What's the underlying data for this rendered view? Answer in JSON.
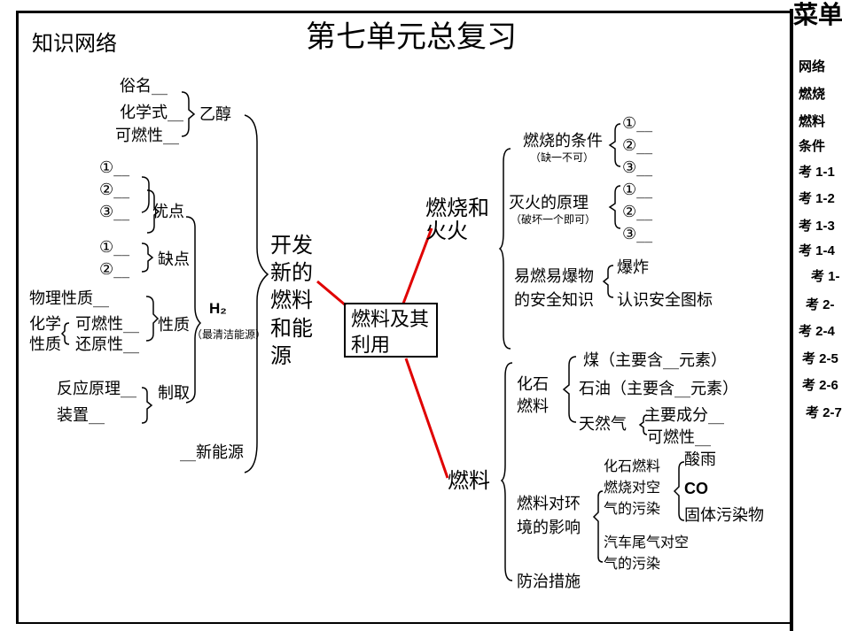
{
  "header": {
    "section": "知识网络",
    "title": "第七单元总复习"
  },
  "menu": {
    "title": "菜单",
    "items": [
      "网络",
      "燃烧",
      "燃料",
      "条件",
      "考 1-1",
      "考 1-2",
      "考 1-3",
      "考 1-4",
      "考 1-",
      "考 2-",
      "考 2-4",
      "考 2-5",
      "考 2-6",
      "考 2-7"
    ]
  },
  "center": "燃料及其利用",
  "left": {
    "root": "开发新的燃料和能源",
    "ethanol": {
      "label": "乙醇",
      "items": [
        "俗名__",
        "化学式__",
        "可燃性__"
      ]
    },
    "h2": {
      "label": "H₂",
      "note": "（最清洁能源）",
      "pros": {
        "label": "优点",
        "items": [
          "①__",
          "②__",
          "③__"
        ]
      },
      "cons": {
        "label": "缺点",
        "items": [
          "①__",
          "②__"
        ]
      },
      "props": {
        "label": "性质",
        "physical": "物理性质__",
        "chem_l1": "化学",
        "chem_l2": "性质",
        "chem": [
          "可燃性__",
          "还原性__"
        ]
      },
      "make": {
        "label": "制取",
        "items": [
          "反应原理__",
          "装置__"
        ]
      }
    },
    "newenergy": "__新能源"
  },
  "fire": {
    "root": "燃烧和火火",
    "cond": {
      "label": "燃烧的条件",
      "note": "（缺一不可）",
      "items": [
        "①__",
        "②__",
        "③__"
      ]
    },
    "ext": {
      "label": "灭火的原理",
      "note": "（破坏一个即可）",
      "items": [
        "①__",
        "②__",
        "③__"
      ]
    },
    "safe": {
      "l1": "易燃易爆物",
      "l2": "的安全知识",
      "items": [
        "爆炸",
        "认识安全图标"
      ]
    }
  },
  "fuel": {
    "root": "燃料",
    "fossil": {
      "l1": "化石",
      "l2": "燃料",
      "coal": "煤（主要含__元素）",
      "oil": "石油（主要含__元素）",
      "gas": "天然气",
      "gas_items": [
        "主要成分__",
        "可燃性__"
      ]
    },
    "env": {
      "l1": "燃料对环",
      "l2": "境的影响",
      "a": [
        "化石燃料",
        "燃烧对空",
        "气的污染"
      ],
      "a_items": [
        "酸雨",
        "CO",
        "固体污染物"
      ],
      "b": [
        "汽车尾气对空",
        "气的污染"
      ]
    },
    "prevent": "防治措施"
  },
  "colors": {
    "connector": "#e00000"
  }
}
